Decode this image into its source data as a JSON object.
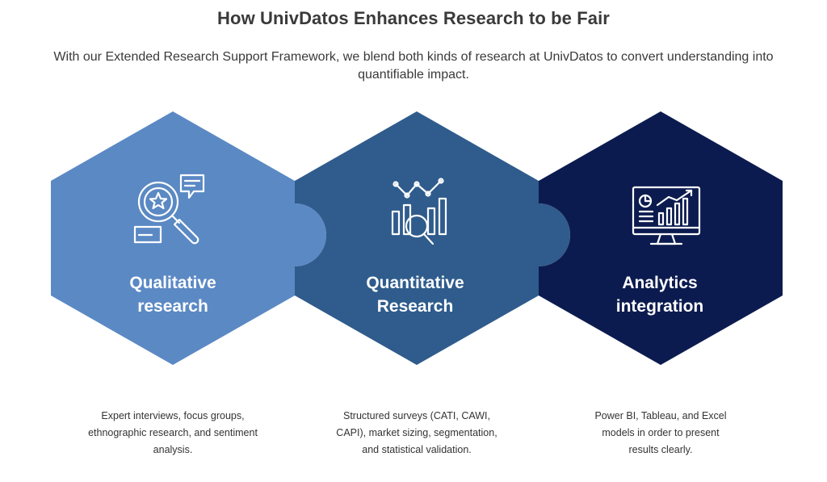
{
  "header": {
    "title": "How UnivDatos Enhances Research to be Fair",
    "subtitle": "With our Extended Research Support Framework, we blend both kinds of research at UnivDatos to convert understanding into quantifiable impact."
  },
  "colors": {
    "qualitative": "#5b89c4",
    "quantitative": "#2f5c8c",
    "analytics": "#0c1b4f"
  },
  "steps": [
    {
      "title_line1": "Qualitative",
      "title_line2": "research",
      "icon": "magnifier-star-chat-icon",
      "description": "Expert interviews, focus groups, ethnographic research, and sentiment analysis."
    },
    {
      "title_line1": "Quantitative",
      "title_line2": "Research",
      "icon": "bar-chart-magnifier-icon",
      "description": "Structured surveys (CATI, CAWI, CAPI), market sizing, segmentation, and statistical validation."
    },
    {
      "title_line1": "Analytics",
      "title_line2": "integration",
      "icon": "monitor-dashboard-icon",
      "description": "Power BI, Tableau, and Excel models in order to present results clearly."
    }
  ]
}
